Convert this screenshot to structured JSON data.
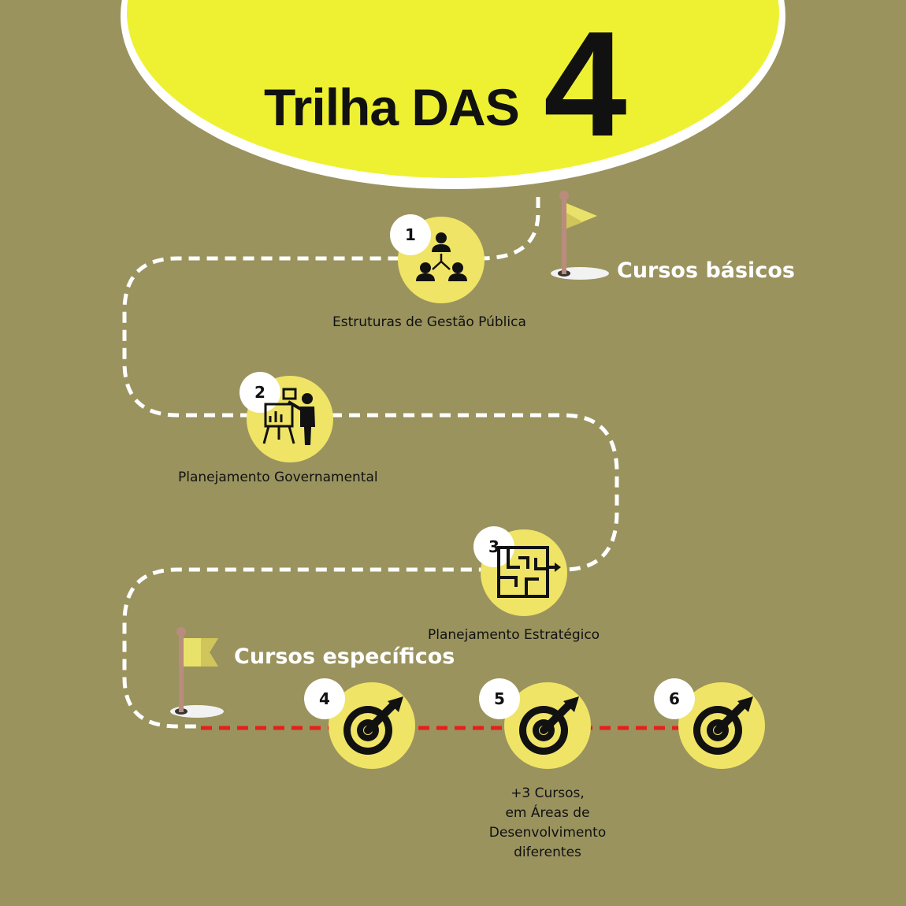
{
  "header": {
    "title": "Trilha DAS",
    "number": "4"
  },
  "flags": {
    "basic": "Cursos básicos",
    "specific": "Cursos específicos"
  },
  "steps": [
    {
      "number": "1",
      "label": "Estruturas de Gestão Pública",
      "icon": "organization-hierarchy-icon"
    },
    {
      "number": "2",
      "label": "Planejamento Governamental",
      "icon": "presentation-board-icon"
    },
    {
      "number": "3",
      "label": "Planejamento Estratégico",
      "icon": "maze-icon"
    },
    {
      "number": "4",
      "label": "",
      "icon": "dart-target-icon"
    },
    {
      "number": "5",
      "label": "",
      "icon": "dart-target-icon"
    },
    {
      "number": "6",
      "label": "",
      "icon": "dart-target-icon"
    }
  ],
  "note": {
    "lines": [
      "+3 Cursos,",
      "em Áreas de",
      "Desenvolvimento",
      "diferentes"
    ]
  },
  "colors": {
    "background": "#9a935e",
    "circle": "#efe466",
    "header": "#eef131",
    "path": "#ffffff",
    "specific_path": "#e5201c",
    "icon": "#111111"
  }
}
